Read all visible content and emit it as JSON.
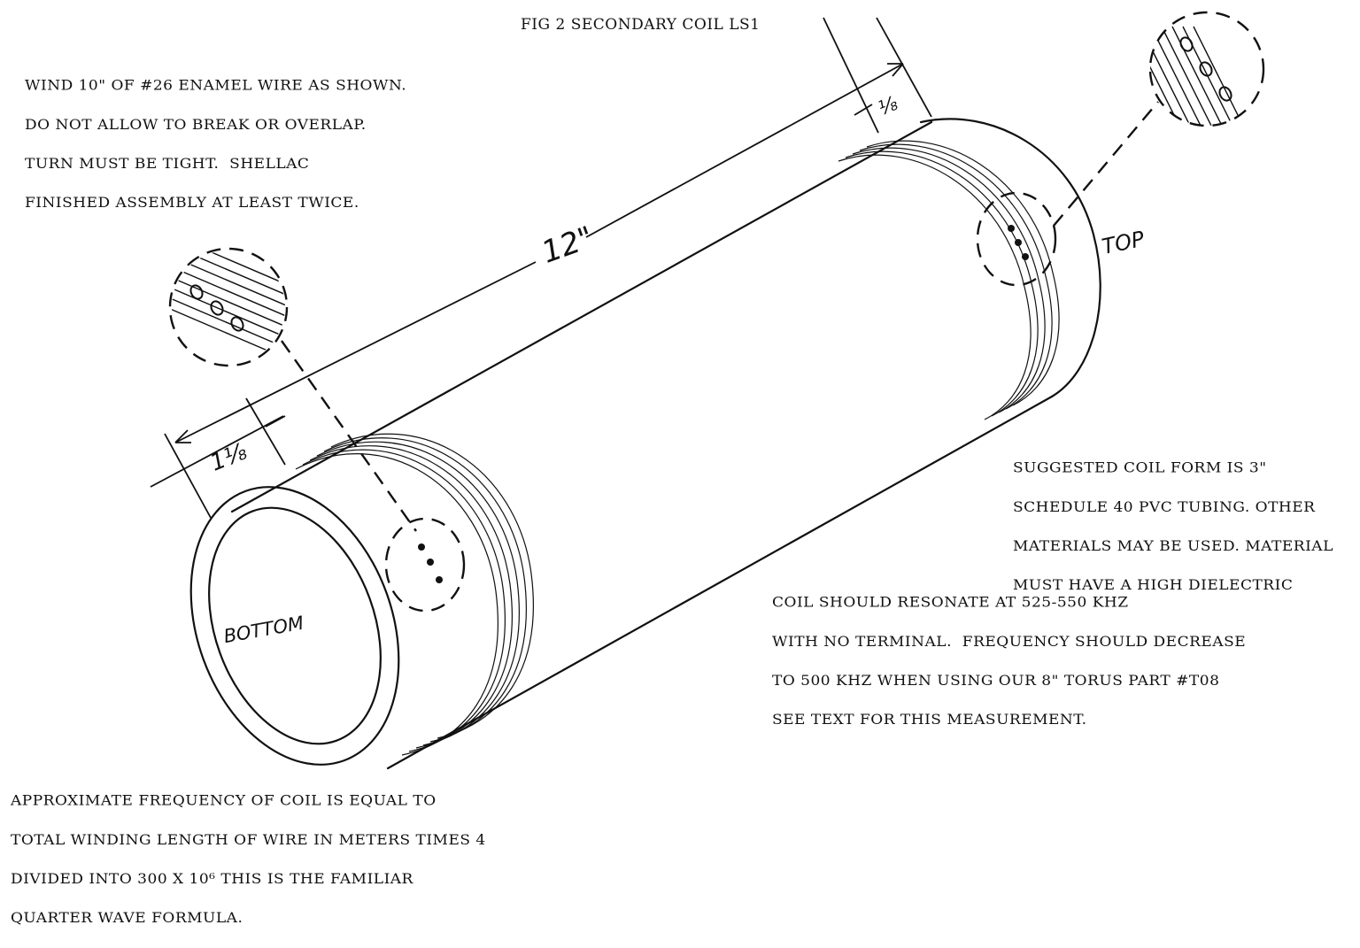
{
  "figure": {
    "title": "FIG 2 SECONDARY COIL LS1",
    "notes": {
      "winding": [
        "WIND 10\" OF #26 ENAMEL WIRE AS SHOWN.",
        "DO NOT ALLOW TO BREAK OR OVERLAP.",
        "TURN MUST BE TIGHT.  SHELLAC",
        "FINISHED ASSEMBLY AT LEAST TWICE."
      ],
      "coil_form": [
        "SUGGESTED COIL FORM IS 3\"",
        "SCHEDULE 40 PVC TUBING. OTHER",
        "MATERIALS MAY BE USED. MATERIAL",
        "MUST HAVE A HIGH DIELECTRIC"
      ],
      "resonance": [
        "COIL SHOULD RESONATE AT 525-550 KHZ",
        "WITH NO TERMINAL.  FREQUENCY SHOULD DECREASE",
        "TO 500 KHZ WHEN USING OUR 8\" TORUS PART #T08",
        "SEE TEXT FOR THIS MEASUREMENT."
      ],
      "frequency": [
        "APPROXIMATE FREQUENCY OF COIL IS EQUAL TO",
        "TOTAL WINDING LENGTH OF WIRE IN METERS TIMES 4",
        "DIVIDED INTO 300 X 10⁶ THIS IS THE FAMILIAR",
        "QUARTER WAVE FORMULA."
      ]
    },
    "labels": {
      "length": "12\"",
      "bottom_margin": "1⅛",
      "top_margin": "⅛",
      "top": "TOP",
      "bottom": "BOTTOM"
    }
  }
}
